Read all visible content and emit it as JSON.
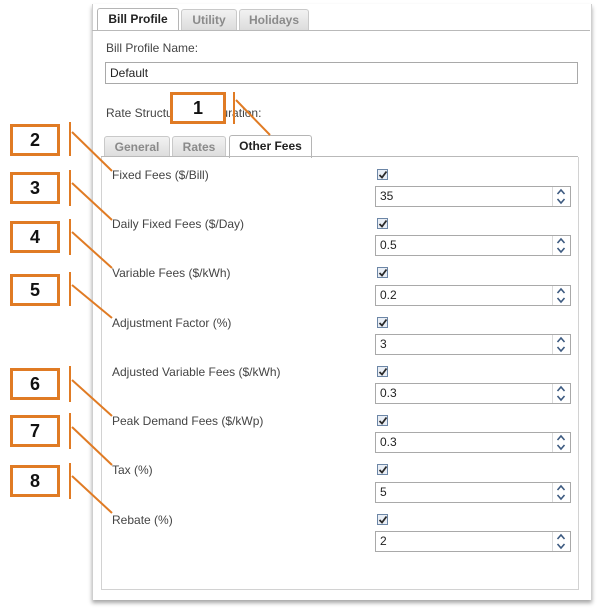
{
  "top_tabs": [
    {
      "label": "Bill Profile",
      "active": true
    },
    {
      "label": "Utility",
      "active": false
    },
    {
      "label": "Holidays",
      "active": false
    }
  ],
  "bill_profile_name": {
    "label": "Bill Profile Name:",
    "value": "Default"
  },
  "rate_structure_label": "Rate Structure Configuration:",
  "sub_tabs": [
    {
      "label": "General",
      "active": false
    },
    {
      "label": "Rates",
      "active": false
    },
    {
      "label": "Other Fees",
      "active": true
    }
  ],
  "fees": [
    {
      "label": "Fixed Fees ($/Bill)",
      "checked": true,
      "value": "35"
    },
    {
      "label": "Daily Fixed Fees ($/Day)",
      "checked": true,
      "value": "0.5"
    },
    {
      "label": "Variable Fees ($/kWh)",
      "checked": true,
      "value": "0.2"
    },
    {
      "label": "Adjustment Factor (%)",
      "checked": true,
      "value": "3"
    },
    {
      "label": "Adjusted Variable Fees ($/kWh)",
      "checked": true,
      "value": "0.3"
    },
    {
      "label": "Peak Demand Fees ($/kWp)",
      "checked": true,
      "value": "0.3"
    },
    {
      "label": "Tax (%)",
      "checked": true,
      "value": "5"
    },
    {
      "label": "Rebate (%)",
      "checked": true,
      "value": "2"
    }
  ],
  "callouts": [
    "1",
    "2",
    "3",
    "4",
    "5",
    "6",
    "7",
    "8"
  ],
  "colors": {
    "callout_border": "#e07b24",
    "checkbox_border": "#6c86a6",
    "check_mark": "#2b2b2b"
  }
}
